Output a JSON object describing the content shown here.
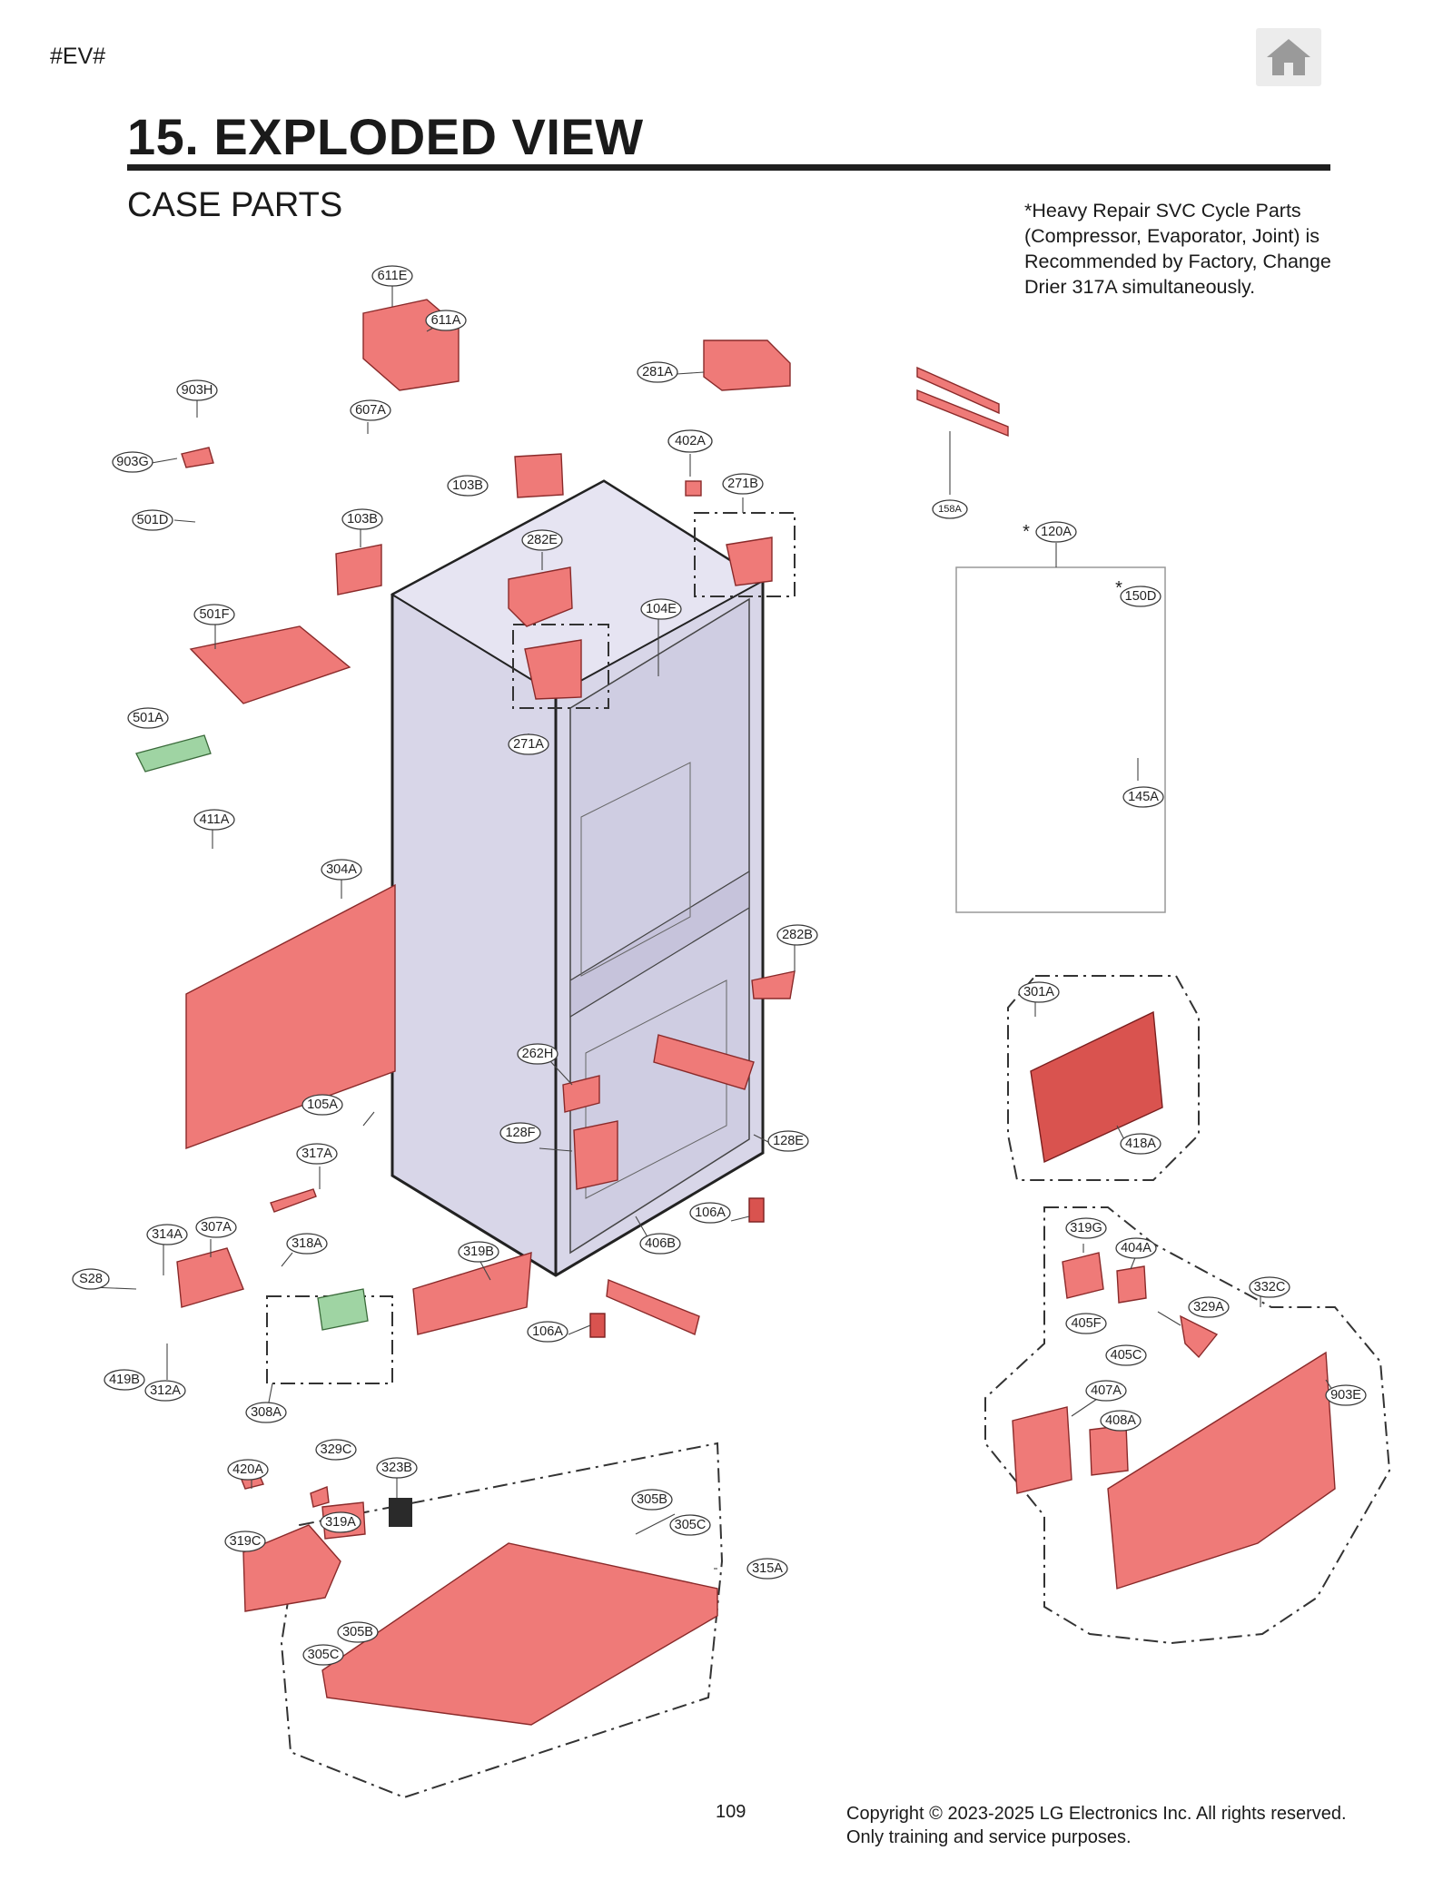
{
  "header": {
    "code": "#EV#",
    "home_icon": "home-icon",
    "title": "15. EXPLODED VIEW",
    "subtitle": "CASE PARTS"
  },
  "note": "*Heavy Repair SVC Cycle Parts (Compressor, Evaporator, Joint) is Recommended by Factory, Change Drier 317A simultaneously.",
  "callouts": [
    "611E",
    "611A",
    "903H",
    "607A",
    "281A",
    "903G",
    "402A",
    "103B",
    "271B",
    "158A",
    "501D",
    "103B",
    "282E",
    "120A",
    "150D",
    "104E",
    "501F",
    "271A",
    "501A",
    "145A",
    "411A",
    "304A",
    "282B",
    "301A",
    "262H",
    "105A",
    "128F",
    "128E",
    "418A",
    "317A",
    "106A",
    "314A",
    "307A",
    "318A",
    "319B",
    "406B",
    "319G",
    "404A",
    "332C",
    "S28",
    "106A",
    "405F",
    "329A",
    "405C",
    "903E",
    "419B",
    "312A",
    "308A",
    "407A",
    "408A",
    "329C",
    "420A",
    "323B",
    "305B",
    "305C",
    "319A",
    "319C",
    "315A",
    "305B",
    "305C"
  ],
  "footer": {
    "page_number": "109",
    "copyright": "Copyright © 2023-2025 LG Electronics Inc. All rights reserved. Only training and service purposes."
  },
  "colors": {
    "part_fill": "#ef7a78",
    "cabinet_fill": "#d8d6e8",
    "text": "#1a1a1a"
  }
}
